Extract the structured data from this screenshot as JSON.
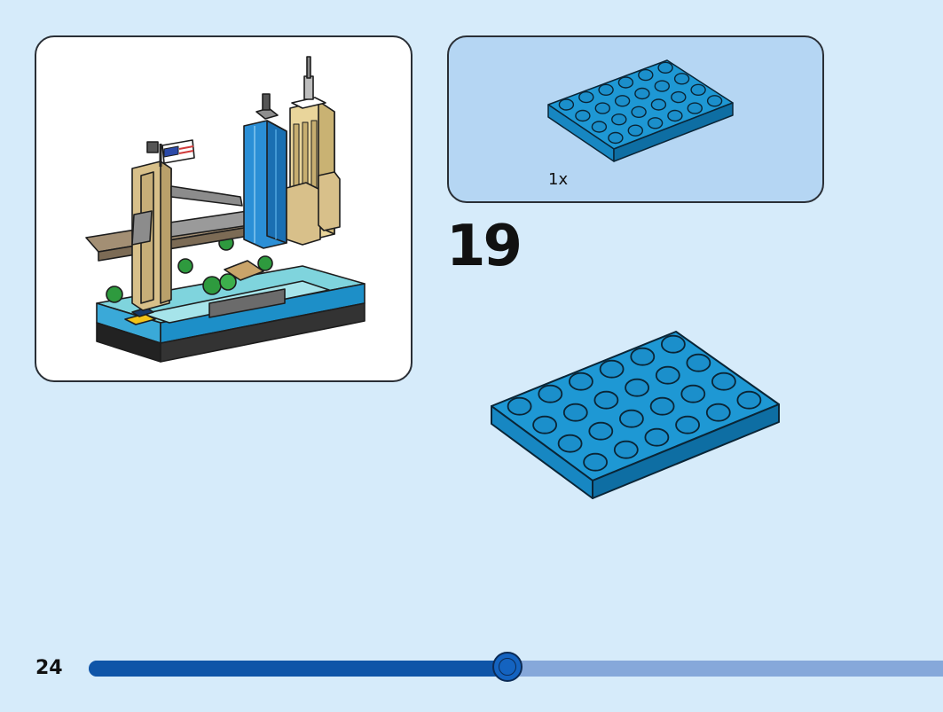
{
  "parts_list": {
    "quantity": "1x",
    "part_icon": "blue-4x6-plate-icon"
  },
  "step": {
    "number": "19",
    "part_icon": "blue-4x6-plate-icon"
  },
  "model_preview": {
    "icon": "new-york-skyline-model-icon"
  },
  "footer": {
    "page_number": "24",
    "progress": 0.49
  },
  "colors": {
    "background": "#d6ebfa",
    "parts_panel": "#b5d6f3",
    "brick_blue": "#1e98d4",
    "brick_blue_dark": "#0e6ea3",
    "progress_done": "#0f55a8",
    "progress_remaining": "#86a8da"
  }
}
